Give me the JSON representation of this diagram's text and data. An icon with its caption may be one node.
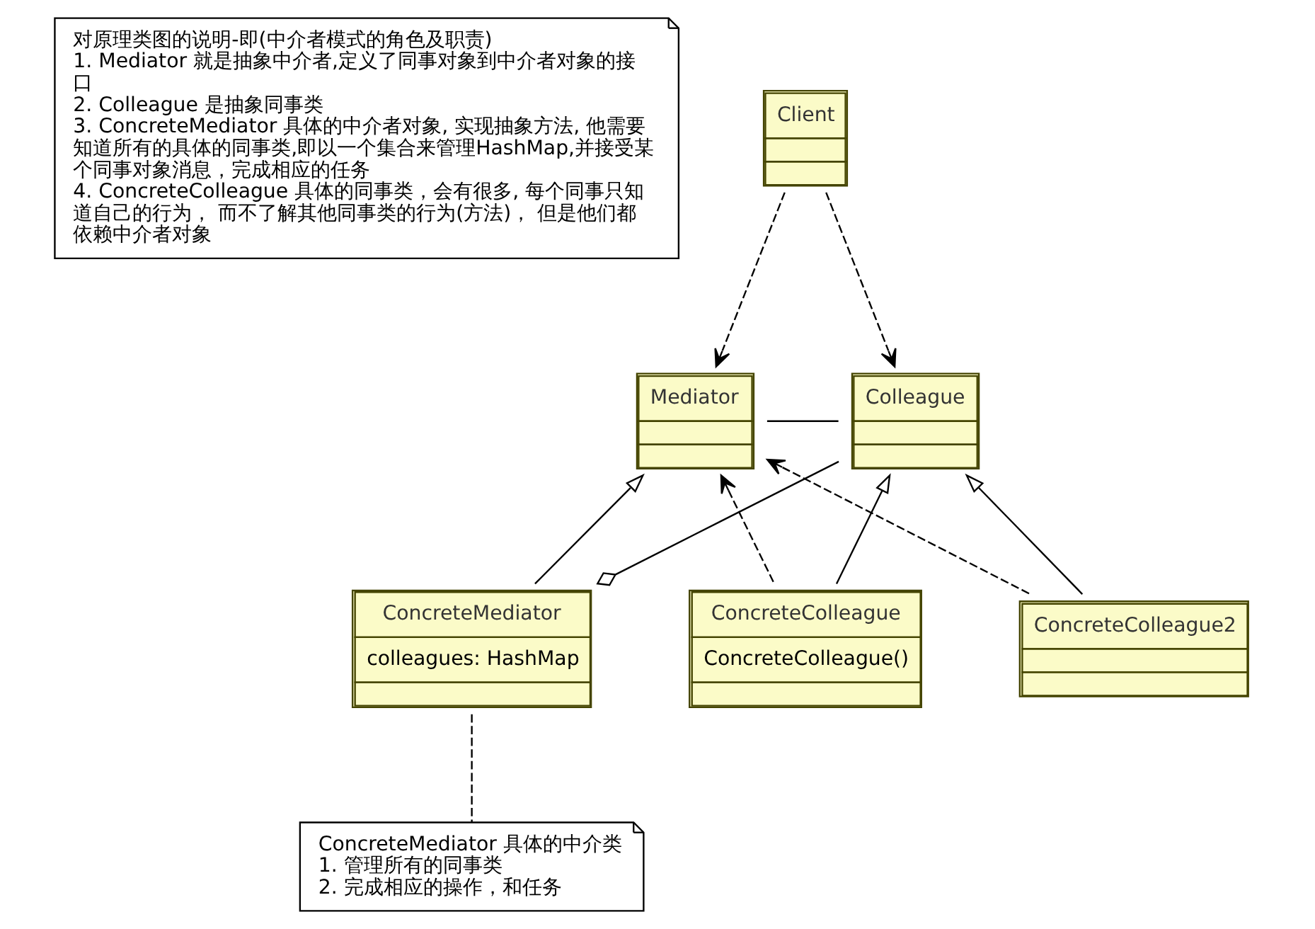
{
  "diagram": {
    "nodes": [
      {
        "text": [
          "对原理类图的说明-即(中介者模式的角色及职责)",
          "1. Mediator 就是抽象中介者,定义了同事对象到中介者对象的接口",
          "2. Colleague 是抽象同事类",
          "3. ConcreteMediator 具体的中介者对象, 实现抽象方法, 他需要知道所有的具体的同事类,即以一个集合来管理HashMap,并接受某个同事对象消息，完成相应的任务",
          "4. ConcreteColleague 具体的同事类，会有很多, 每个同事只知道自己的行为， 而不了解其他同事类的行为(方法)， 但是他们都依赖中介者对象"
        ]
      },
      {
        "text": [
          "Client"
        ]
      },
      {
        "text": [
          "Mediator"
        ]
      },
      {
        "text": [
          "Colleague"
        ]
      },
      {
        "text": [
          "ConcreteMediator",
          "colleagues: HashMap"
        ]
      },
      {
        "text": [
          "ConcreteColleague",
          "ConcreteColleague()"
        ]
      },
      {
        "text": [
          "ConcreteColleague2"
        ]
      },
      {
        "text": [
          "ConcreteMediator 具体的中介类",
          "1. 管理所有的同事类",
          "2. 完成相应的操作，和任务"
        ]
      }
    ],
    "edges": [
      {
        "from": 1,
        "to": 2,
        "arrow": "to",
        "style": "dashed"
      },
      {
        "from": 1,
        "to": 3,
        "arrow": "to",
        "style": "dashed"
      },
      {
        "from": 2,
        "to": 3,
        "arrow": "none"
      },
      {
        "from": 4,
        "to": 2,
        "arrow": "to"
      },
      {
        "from": 4,
        "to": 3,
        "arrow": "other"
      },
      {
        "from": 5,
        "to": 3,
        "arrow": "to"
      },
      {
        "from": 6,
        "to": 3,
        "arrow": "to"
      },
      {
        "from": 5,
        "to": 2,
        "arrow": "to",
        "style": "dashed"
      },
      {
        "from": 6,
        "to": 2,
        "arrow": "to",
        "style": "dashed"
      },
      {
        "from": 7,
        "to": 4,
        "arrow": "none",
        "style": "dashed"
      }
    ]
  }
}
